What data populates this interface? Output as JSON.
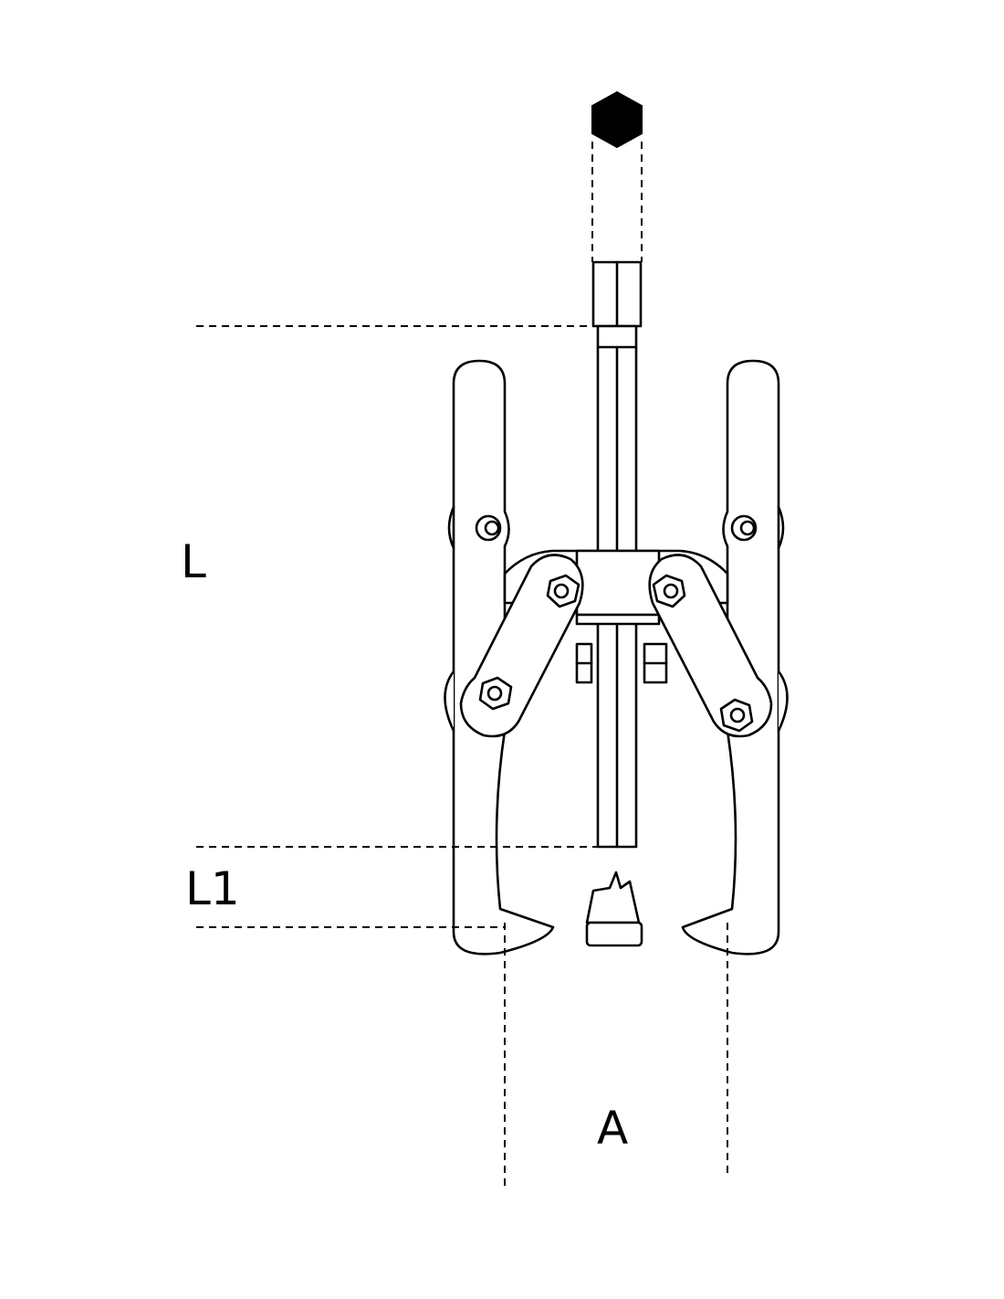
{
  "labels": {
    "L": "L",
    "L1": "L1",
    "A": "A"
  },
  "colors": {
    "line": "#000000",
    "background": "#ffffff"
  }
}
